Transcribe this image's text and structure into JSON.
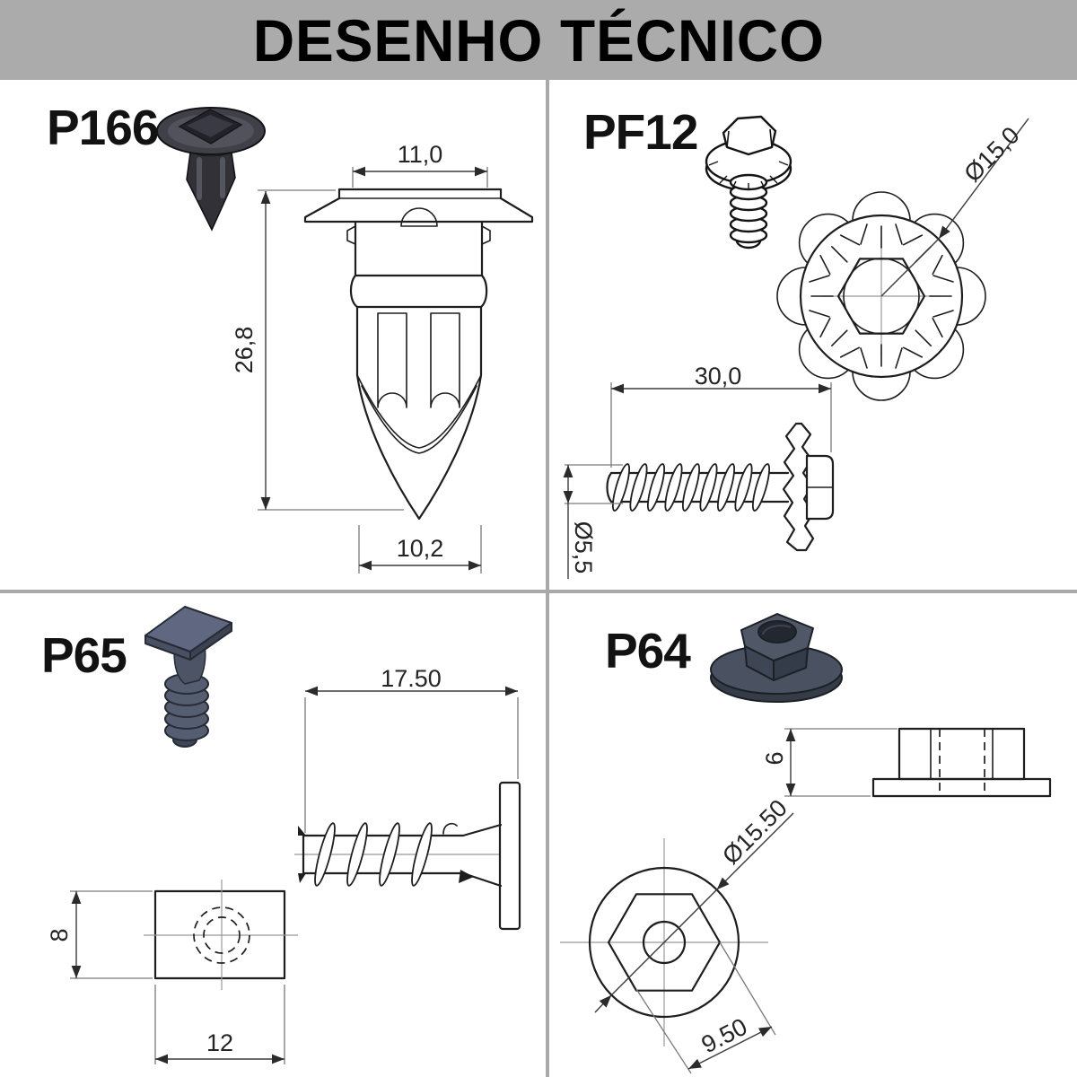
{
  "title": "DESENHO TÉCNICO",
  "colors": {
    "header_bg": "#ababab",
    "divider": "#a9a9a9",
    "background": "#ffffff",
    "drawing_line": "#1e1e1e",
    "dimension_line": "#3b3b3b",
    "extension_line": "#7a7a7a",
    "centerline": "#999999",
    "dimension_text": "#242424"
  },
  "parts": {
    "p166": {
      "label": "P166",
      "dims": {
        "top_width": "11,0",
        "height": "26,8",
        "body_width": "10,2"
      }
    },
    "pf12": {
      "label": "PF12",
      "dims": {
        "flange_diameter": "Ø15,0",
        "length": "30,0",
        "thread_diameter": "Ø5,5"
      }
    },
    "p65": {
      "label": "P65",
      "dims": {
        "length": "17.50",
        "plate_height": "8",
        "plate_width": "12"
      }
    },
    "p64": {
      "label": "P64",
      "dims": {
        "height": "6",
        "flange_diameter": "Ø15.50",
        "hex_across_flats": "9.50"
      }
    }
  }
}
